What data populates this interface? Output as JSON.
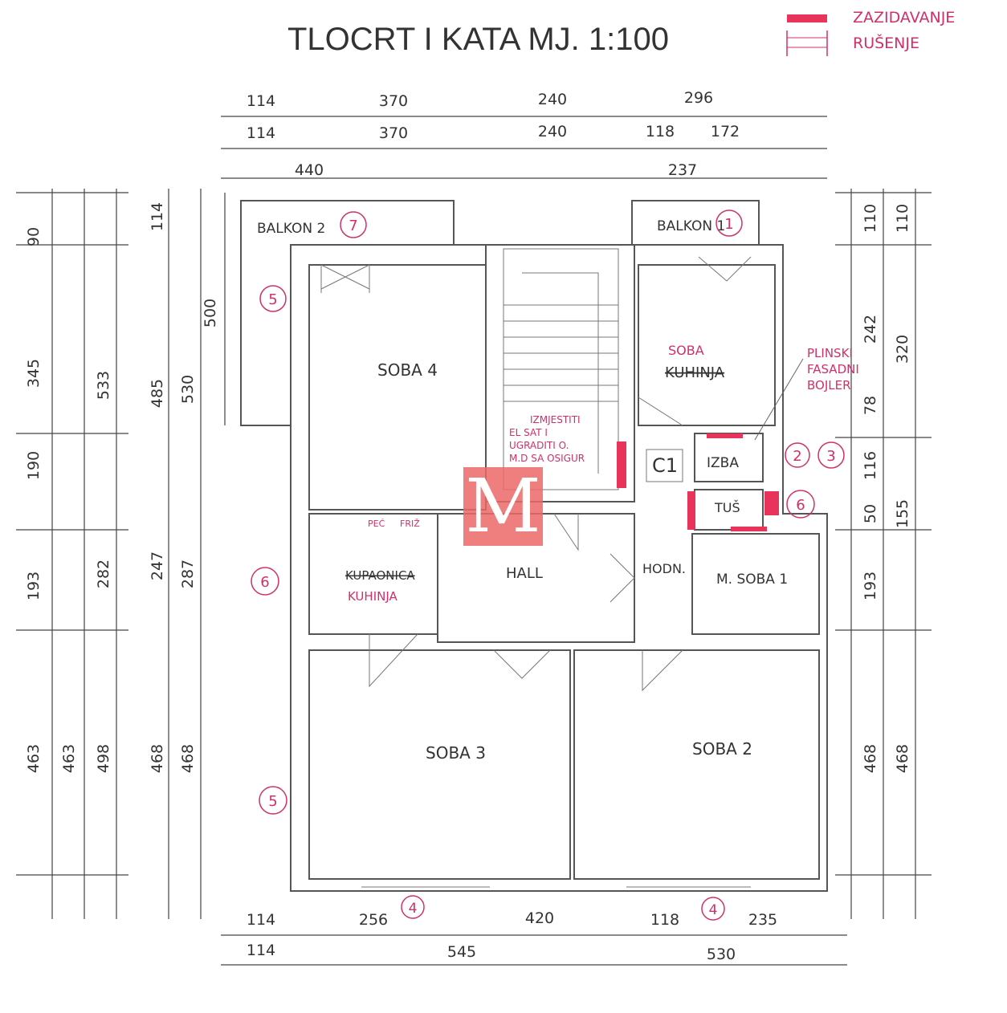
{
  "title": "TLOCRT I KATA  MJ. 1:100",
  "legend": {
    "build": "ZAZIDAVANJE",
    "demolish": "RUŠENJE",
    "build_color": "#e8345a"
  },
  "rooms": {
    "balkon2": "BALKON 2",
    "balkon1": "BALKON 1",
    "soba4": "SOBA 4",
    "soba": "SOBA",
    "kuhinja": "KUHINJA",
    "izba": "IZBA",
    "tus": "TUŠ",
    "c1": "C1",
    "hall": "HALL",
    "hodn": "HODN.",
    "msoba1": "M. SOBA 1",
    "kupaonica": "KUPAONICA",
    "kuhinja2": "KUHINJA",
    "pec": "PEĆ",
    "friz": "FRIŽ",
    "soba3": "SOBA 3",
    "soba2": "SOBA 2"
  },
  "notes": {
    "boiler": [
      "PLINSKI",
      "FASADNI",
      "BOJLER"
    ],
    "meter": [
      "IZMJESTITI",
      "EL SAT I",
      "UGRADITI O.",
      "M.D SA OSIGUR"
    ]
  },
  "markers": [
    "7",
    "1",
    "5",
    "2",
    "3",
    "6",
    "6",
    "5",
    "4",
    "4"
  ],
  "dims": {
    "top1": [
      "114",
      "370",
      "240",
      "296"
    ],
    "top2": [
      "114",
      "370",
      "240",
      "118",
      "172"
    ],
    "top3": [
      "440",
      "237"
    ],
    "left1": [
      "90",
      "345",
      "190",
      "193",
      "463"
    ],
    "left2": [
      "463"
    ],
    "left3": [
      "533",
      "282",
      "498"
    ],
    "left4": [
      "114",
      "485",
      "247",
      "468"
    ],
    "left5": [
      "530",
      "287",
      "468"
    ],
    "left6": [
      "500"
    ],
    "right1": [
      "110",
      "242",
      "78",
      "116",
      "50",
      "193",
      "468"
    ],
    "right2": [
      "110",
      "320",
      "155",
      "468"
    ],
    "bottom1": [
      "114",
      "256",
      "420",
      "118",
      "235"
    ],
    "bottom2": [
      "114",
      "545",
      "530"
    ]
  },
  "watermark": "M"
}
